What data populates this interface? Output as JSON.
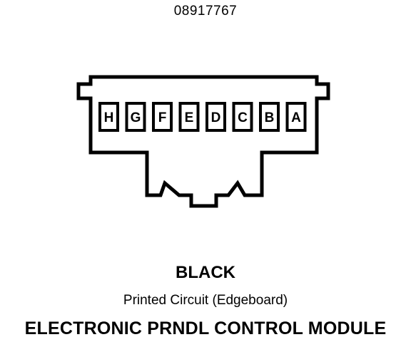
{
  "part_number": "08917767",
  "connector": {
    "pins": [
      "H",
      "G",
      "F",
      "E",
      "D",
      "C",
      "B",
      "A"
    ]
  },
  "color": "BLACK",
  "connector_type": "Printed Circuit (Edgeboard)",
  "module_name": "ELECTRONIC PRNDL CONTROL MODULE",
  "colors": {
    "ink": "#000000",
    "background": "#ffffff"
  }
}
